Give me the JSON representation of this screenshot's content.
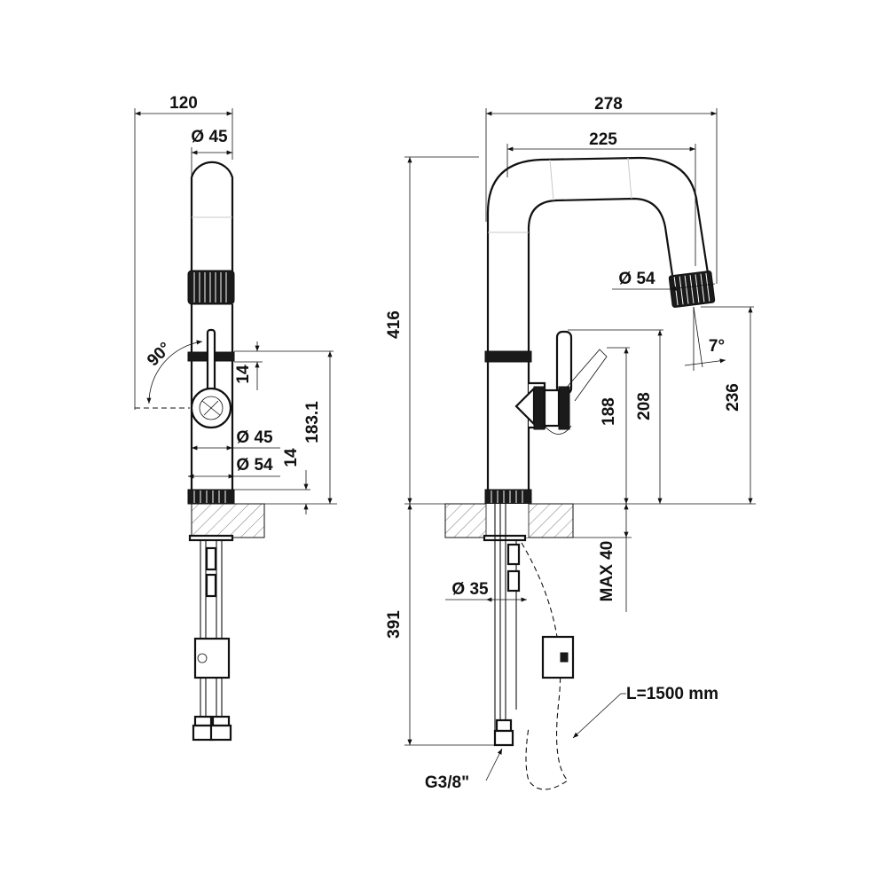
{
  "drawing": {
    "side_view": {
      "width_overall": "120",
      "dia_spout": "Ø 45",
      "swivel_angle": "90°",
      "lever_offset": "14",
      "height_to_lever": "183.1",
      "dia_body": "Ø 45",
      "dia_base": "Ø 54",
      "base_ring": "14"
    },
    "front_view": {
      "reach_overall": "278",
      "reach_outlet": "225",
      "height_total": "416",
      "dia_aerator": "Ø 54",
      "aerator_angle": "7°",
      "outlet_height": "236",
      "lever_height_top": "208",
      "lever_height": "188",
      "deck_thickness": "MAX 40",
      "dia_hole": "Ø 35",
      "below_deck": "391",
      "hose_length": "L=1500 mm",
      "connection": "G3/8\""
    }
  }
}
